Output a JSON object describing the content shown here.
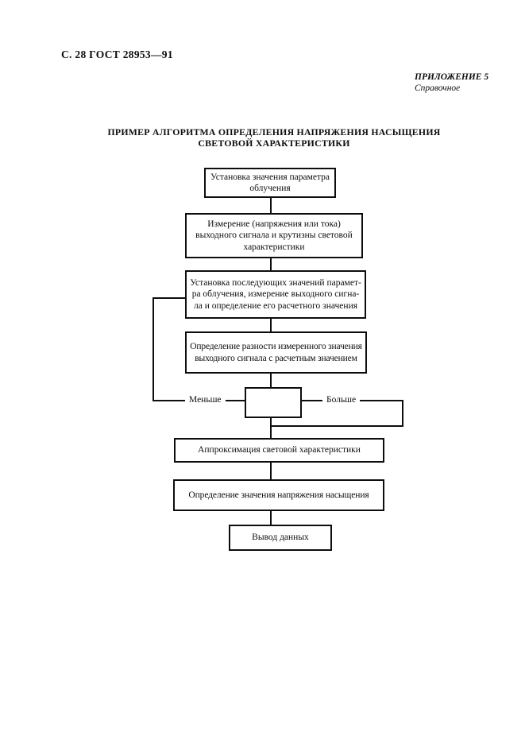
{
  "page": {
    "header": "С. 28 ГОСТ 28953—91",
    "appendix": {
      "title": "ПРИЛОЖЕНИЕ 5",
      "subtitle": "Справочное"
    },
    "title": {
      "line1": "ПРИМЕР АЛГОРИТМА ОПРЕДЕЛЕНИЯ НАПРЯЖЕНИЯ НАСЫЩЕНИЯ",
      "line2": "СВЕТОВОЙ ХАРАКТЕРИСТИКИ"
    }
  },
  "flowchart": {
    "type": "flowchart",
    "boxes": [
      {
        "name": "set-irradiation-parameter",
        "lines": [
          "Установка значения параметра",
          "облучения"
        ]
      },
      {
        "name": "measure-output-signal",
        "lines": [
          "Измерение (напряжения или тока)",
          "выходного сигнала и крутизны световой",
          "характеристики"
        ]
      },
      {
        "name": "set-next-parameter-values",
        "lines": [
          "Установка последующих значений парамет-",
          "ра облучения, измерение выходного сигна-",
          "ла и определение его расчетного значения"
        ]
      },
      {
        "name": "determine-difference",
        "lines": [
          "Определение разности измеренного значения",
          "выходного сигнала с расчетным значением"
        ]
      },
      {
        "name": "approximate-light-characteristic",
        "lines": [
          "Аппроксимация световой характеристики"
        ]
      },
      {
        "name": "determine-saturation-voltage",
        "lines": [
          "Определение значения напряжения насыщения"
        ]
      },
      {
        "name": "data-output",
        "lines": [
          "Вывод данных"
        ]
      }
    ],
    "decision": {
      "label_less": "Меньше",
      "label_greater": "Больше"
    },
    "colors": {
      "line": "#0d0d0d",
      "text": "#0d0d0d",
      "page_bg": "#ffffff"
    }
  }
}
